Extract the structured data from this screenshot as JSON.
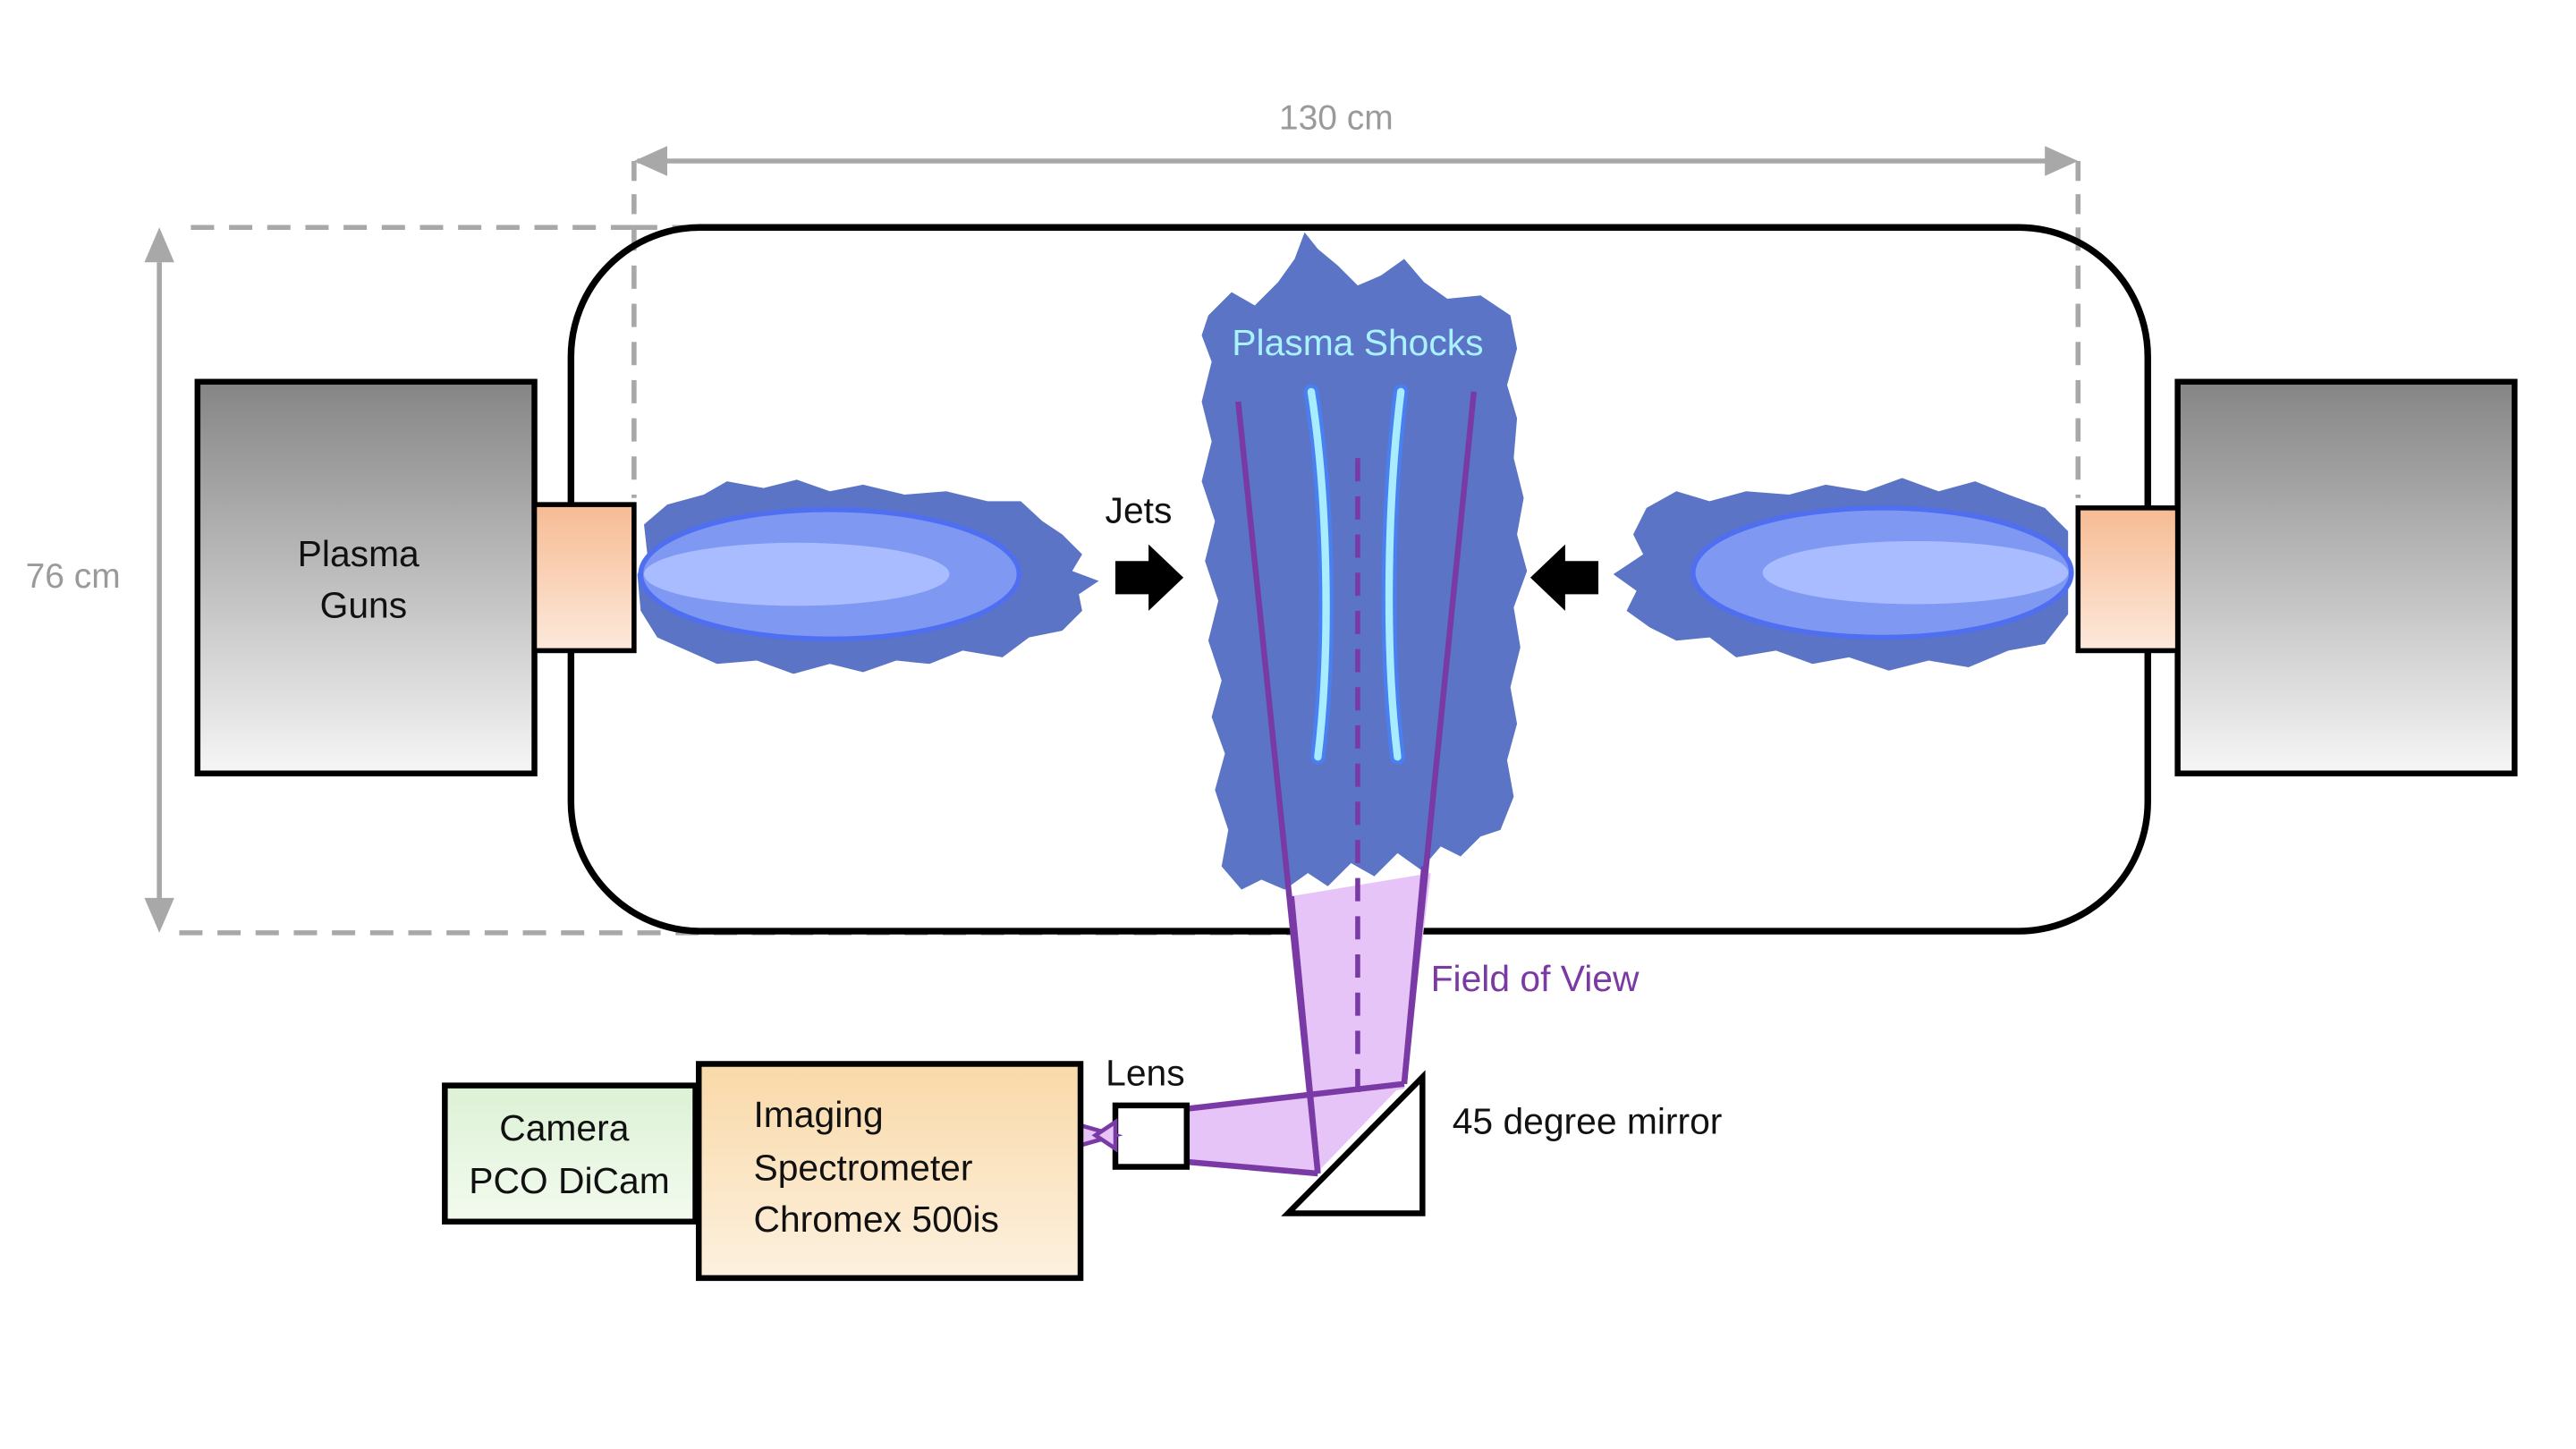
{
  "dimensions": {
    "width_label": "130 cm",
    "height_label": "76 cm"
  },
  "labels": {
    "plasma_guns": [
      "Plasma",
      "Guns"
    ],
    "jets": "Jets",
    "plasma_shocks": "Plasma Shocks",
    "field_of_view": "Field of View",
    "lens": "Lens",
    "mirror": "45 degree mirror",
    "camera": [
      "Camera",
      "PCO DiCam"
    ],
    "spectrometer": [
      "Imaging",
      "Spectrometer",
      "Chromex 500is"
    ]
  },
  "colors": {
    "plasma": "#5b74c6",
    "jet_ring": "#4f6ff0",
    "jet_core": "#9fb4ff",
    "shock_front": "#9fe6ff",
    "field_of_view_fill": "#e6c4f7",
    "field_of_view_line": "#7a3aa6",
    "gun_body_top": "#8a8a8a",
    "gun_nozzle": "#f6c29b",
    "camera_fill": "#e2f4dc",
    "spectrometer_fill": "#fbe3b8",
    "dimension": "#a8a8a8"
  }
}
